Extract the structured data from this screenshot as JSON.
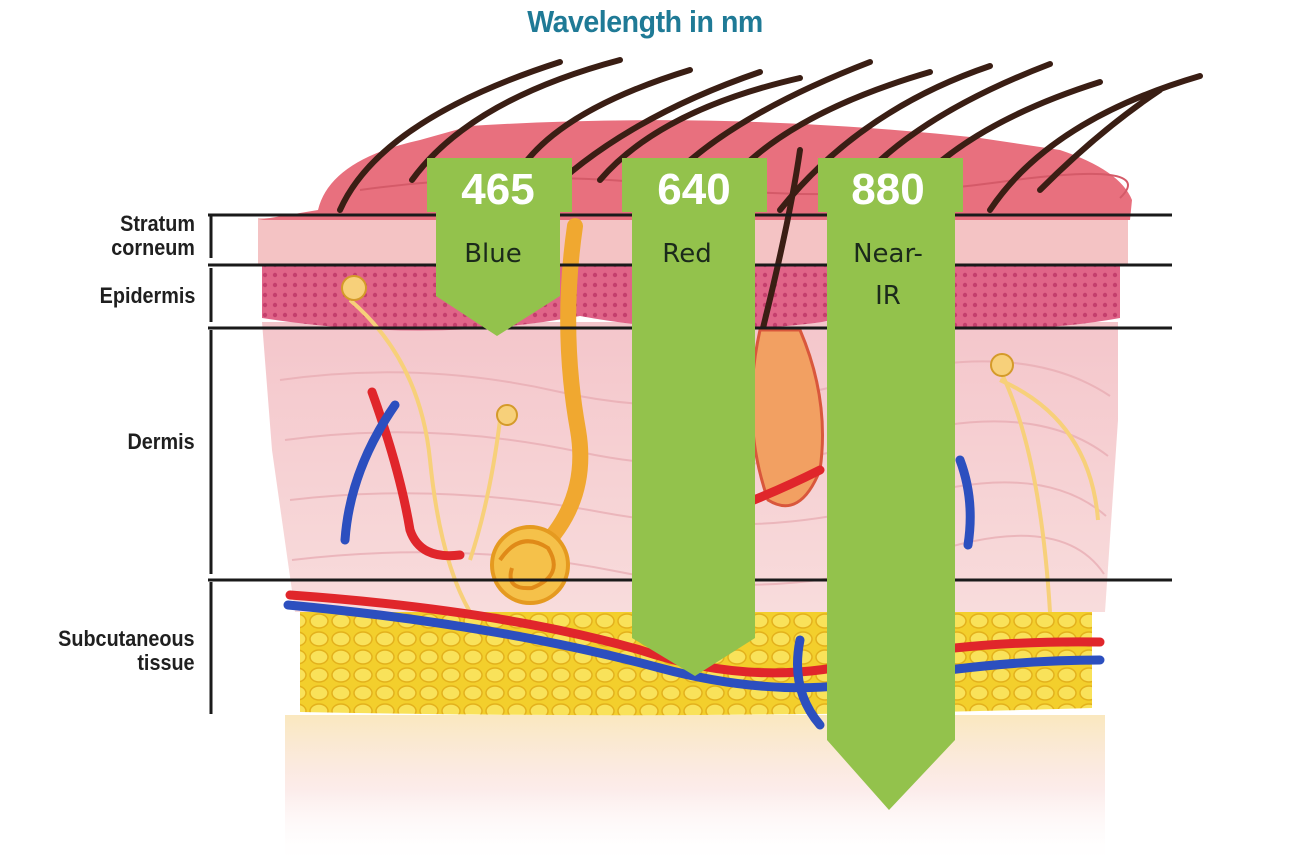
{
  "title": "Wavelength in nm",
  "colors": {
    "title": "#1f7a96",
    "arrow": "#93c24c",
    "divider": "#1a1a1a",
    "skin_surface": "#e8707e",
    "dermis": "#f6d3d5",
    "epidermis": "#d9577e",
    "fat": "#f2d22e",
    "hair": "#3a1e14",
    "artery": "#e0262b",
    "vein": "#2c4fbf",
    "nerve": "#f7d07a"
  },
  "layers": [
    {
      "id": "stratum-corneum",
      "label": "Stratum\ncorneum"
    },
    {
      "id": "epidermis",
      "label": "Epidermis"
    },
    {
      "id": "dermis",
      "label": "Dermis"
    },
    {
      "id": "subcutaneous",
      "label": "Subcutaneous\ntissue"
    }
  ],
  "wavelengths": [
    {
      "id": "blue",
      "nm": "465",
      "name": "Blue",
      "depth_layer": "epidermis"
    },
    {
      "id": "red",
      "nm": "640",
      "name": "Red",
      "depth_layer": "subcutaneous"
    },
    {
      "id": "near-ir",
      "nm": "880",
      "name": "Near-\nIR",
      "depth_layer": "below subcutaneous"
    }
  ]
}
